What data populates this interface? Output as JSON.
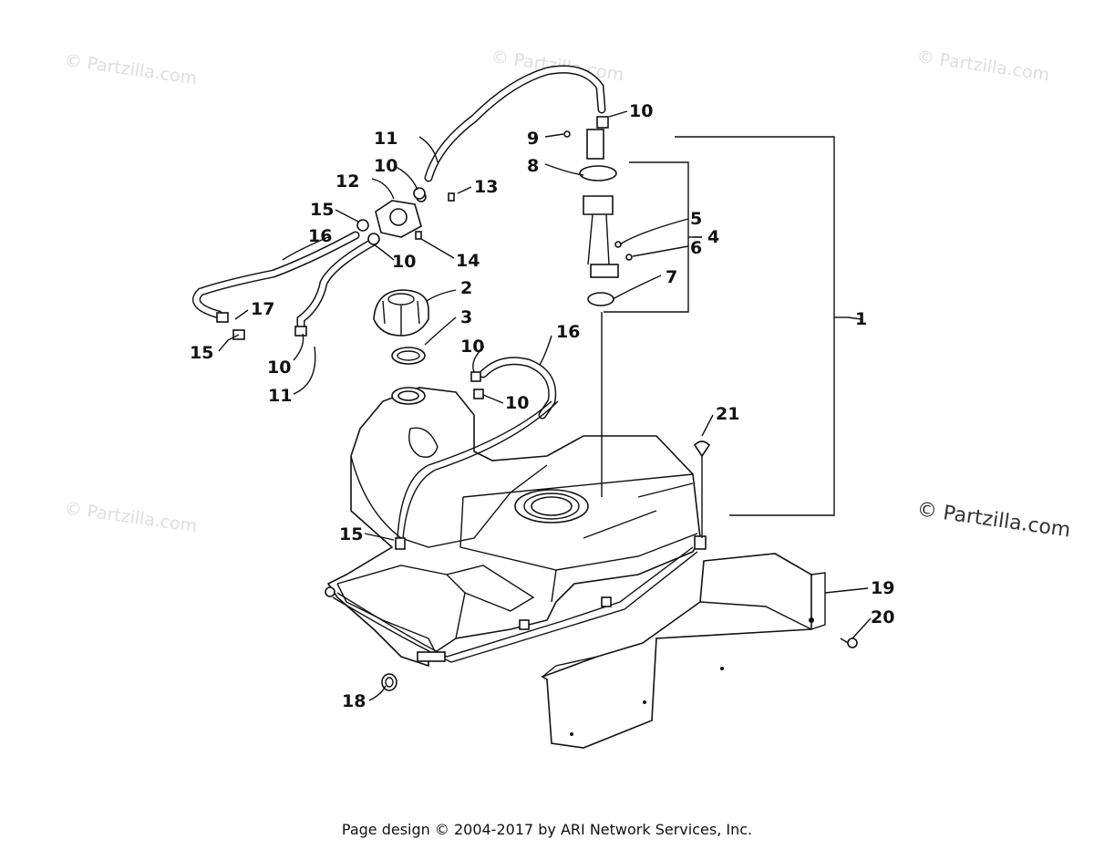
{
  "watermarks": {
    "small": "© Partzilla.com",
    "main": "© Partzilla.com"
  },
  "footer": "Page design © 2004-2017 by ARI Network Services, Inc.",
  "callouts": {
    "c1": "1",
    "c2": "2",
    "c3": "3",
    "c4": "4",
    "c5": "5",
    "c6": "6",
    "c7": "7",
    "c8": "8",
    "c9": "9",
    "c10a": "10",
    "c10b": "10",
    "c10c": "10",
    "c10d": "10",
    "c10e": "10",
    "c10f": "10",
    "c11a": "11",
    "c11b": "11",
    "c12": "12",
    "c13": "13",
    "c14": "14",
    "c15a": "15",
    "c15b": "15",
    "c15c": "15",
    "c16a": "16",
    "c16b": "16",
    "c17": "17",
    "c18": "18",
    "c19": "19",
    "c20": "20",
    "c21": "21"
  }
}
